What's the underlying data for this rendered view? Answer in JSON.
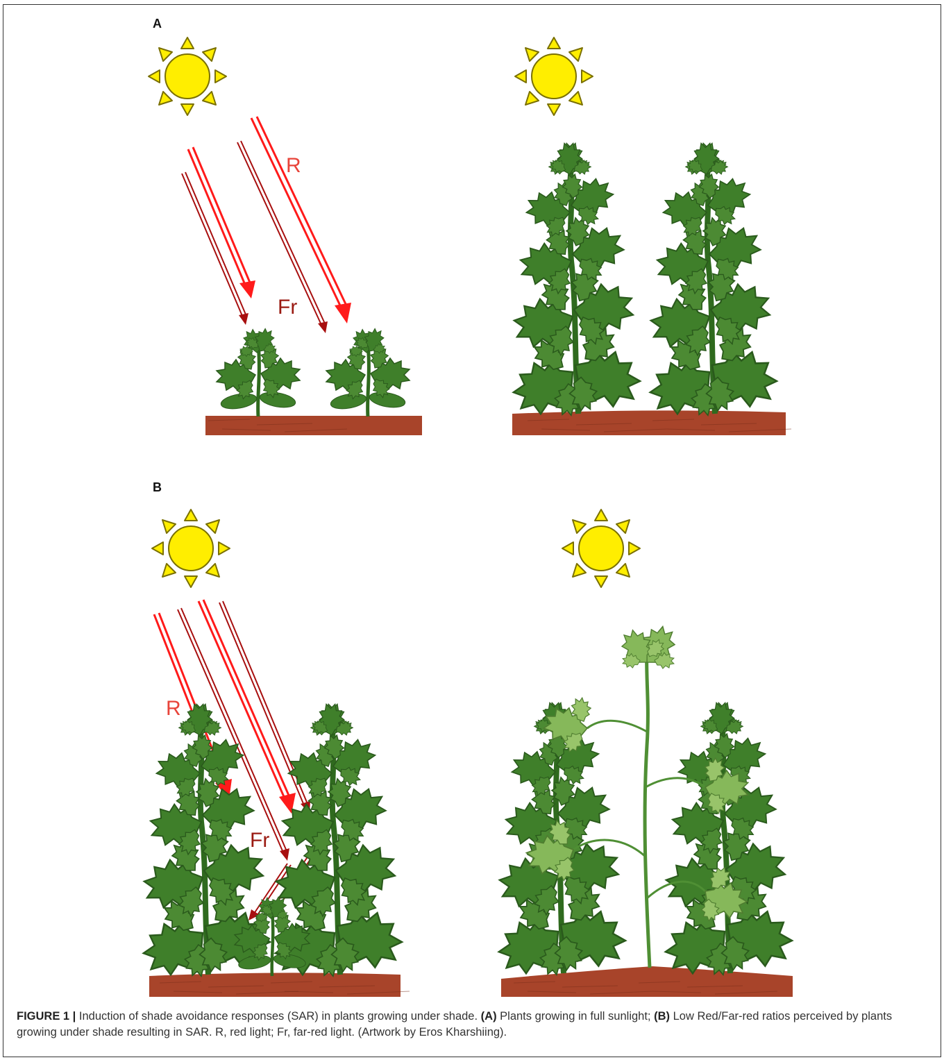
{
  "panels": [
    {
      "label": "A",
      "condition": "full sunlight"
    },
    {
      "label": "B",
      "condition": "shade"
    }
  ],
  "light_labels": {
    "red": "R",
    "far_red": "Fr"
  },
  "colors": {
    "sun_fill": "#ffee00",
    "sun_stroke": "#7a7000",
    "red_light": "#ff1a1a",
    "far_red_light": "#a80f0f",
    "red_label": "#e8443a",
    "far_red_label": "#9a1a12",
    "soil": "#a8442a",
    "leaf_dark": "#3f7f2a",
    "leaf_light": "#86b85a"
  },
  "caption": {
    "figure_label": "FIGURE 1 |",
    "text_1": " Induction of shade avoidance responses (SAR) in plants growing under shade. ",
    "a_label": "(A)",
    "text_2": " Plants growing in full sunlight; ",
    "b_label": "(B)",
    "text_3": " Low Red/Far-red ratios perceived by plants growing under shade resulting in SAR. R, red light; Fr, far-red light. (Artwork by Eros Kharshiing)."
  }
}
